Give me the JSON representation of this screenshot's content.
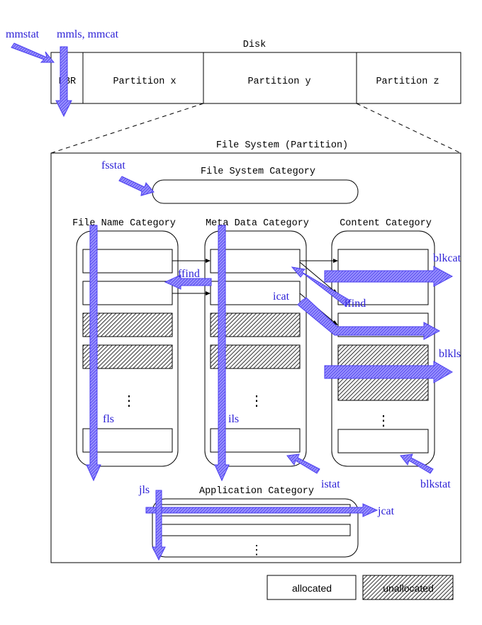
{
  "disk": {
    "title": "Disk",
    "mbr": "MBR",
    "partition_x": "Partition x",
    "partition_y": "Partition y",
    "partition_z": "Partition z"
  },
  "file_system": {
    "title": "File System (Partition)",
    "fs_category": "File System Category",
    "file_name_category": "File Name Category",
    "meta_data_category": "Meta Data Category",
    "content_category": "Content Category",
    "application_category": "Application Category",
    "ellipsis": "⋮"
  },
  "tools": {
    "mmstat": "mmstat",
    "mmls_mmcat": "mmls, mmcat",
    "fsstat": "fsstat",
    "ffind": "ffind",
    "icat": "icat",
    "ifind": "ifind",
    "blkcat": "blkcat",
    "blkls": "blkls",
    "fls": "fls",
    "ils": "ils",
    "istat": "istat",
    "blkstat": "blkstat",
    "jls": "jls",
    "jcat": "jcat"
  },
  "legend": {
    "allocated": "allocated",
    "unallocated": "unallocated"
  },
  "colors": {
    "tool_text": "#2b1fd6",
    "arrow": "#4a3df0"
  }
}
